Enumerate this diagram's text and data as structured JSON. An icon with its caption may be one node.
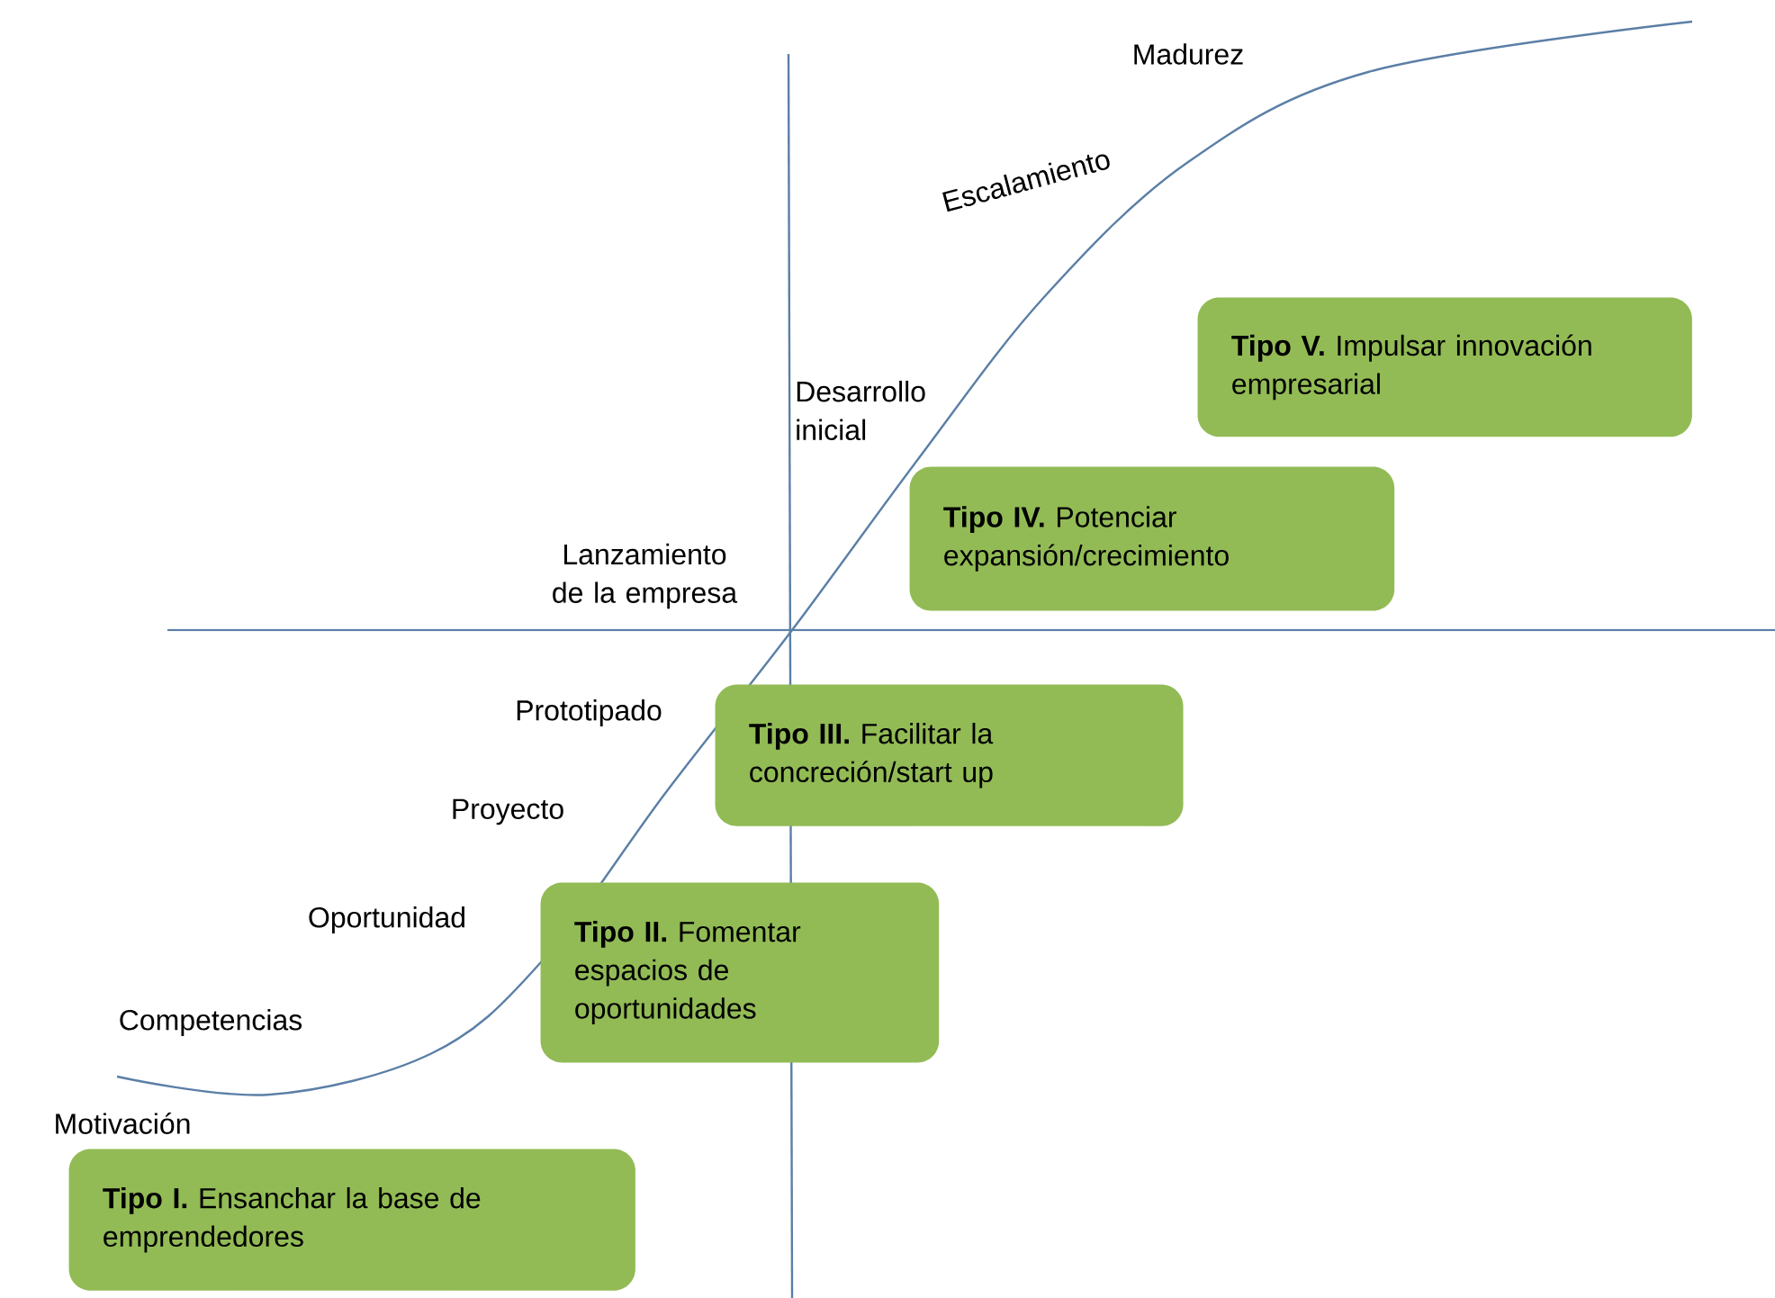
{
  "diagram": {
    "nodes": [
      {
        "text": [
          "**Tipo V.** Impulsar innovación empresarial"
        ]
      },
      {
        "text": [
          "**Tipo IV.** Potenciar expansión/crecimiento"
        ]
      },
      {
        "text": [
          "**Tipo III.** Facilitar la concreción/start up"
        ]
      },
      {
        "text": [
          "**Tipo II.** Fomentar espacios de oportunidades"
        ]
      },
      {
        "text": [
          "**Tipo I.** Ensanchar la base de emprendedores"
        ]
      }
    ],
    "labels": [
      "Madurez",
      "Escalamiento",
      "Desarrollo inicial",
      "Lanzamiento de la empresa",
      "Prototipado",
      "Proyecto",
      "Oportunidad",
      "Competencias",
      "Motivación"
    ]
  }
}
